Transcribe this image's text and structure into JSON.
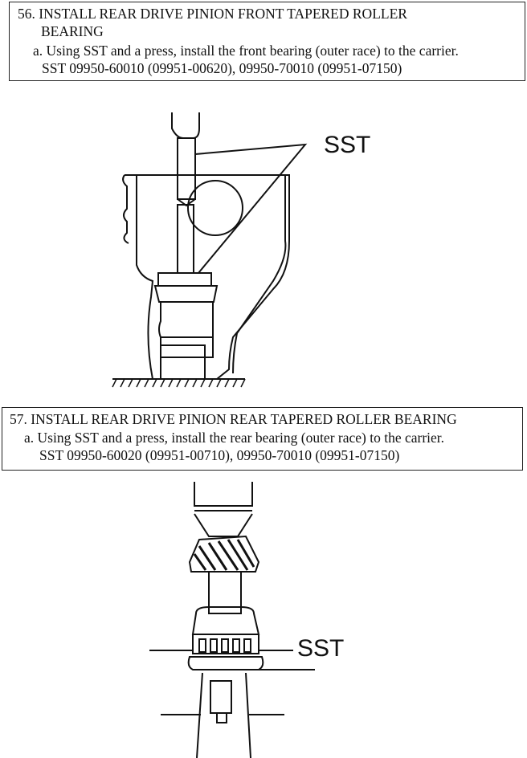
{
  "steps": [
    {
      "title_line1": "56. INSTALL REAR DRIVE PINION FRONT TAPERED ROLLER",
      "title_line2": "BEARING",
      "substep": "a. Using SST and a press, install the front bearing (outer race) to the carrier.",
      "sst": "SST 09950-60010 (09951-00620), 09950-70010 (09951-07150)",
      "figure_label": "SST"
    },
    {
      "title_line1": "57. INSTALL REAR DRIVE PINION REAR TAPERED ROLLER BEARING",
      "substep": "a. Using SST and a press, install the rear bearing (outer race) to the carrier.",
      "sst": "SST 09950-60020 (09951-00710), 09950-70010 (09951-07150)",
      "figure_label": "SST"
    }
  ]
}
